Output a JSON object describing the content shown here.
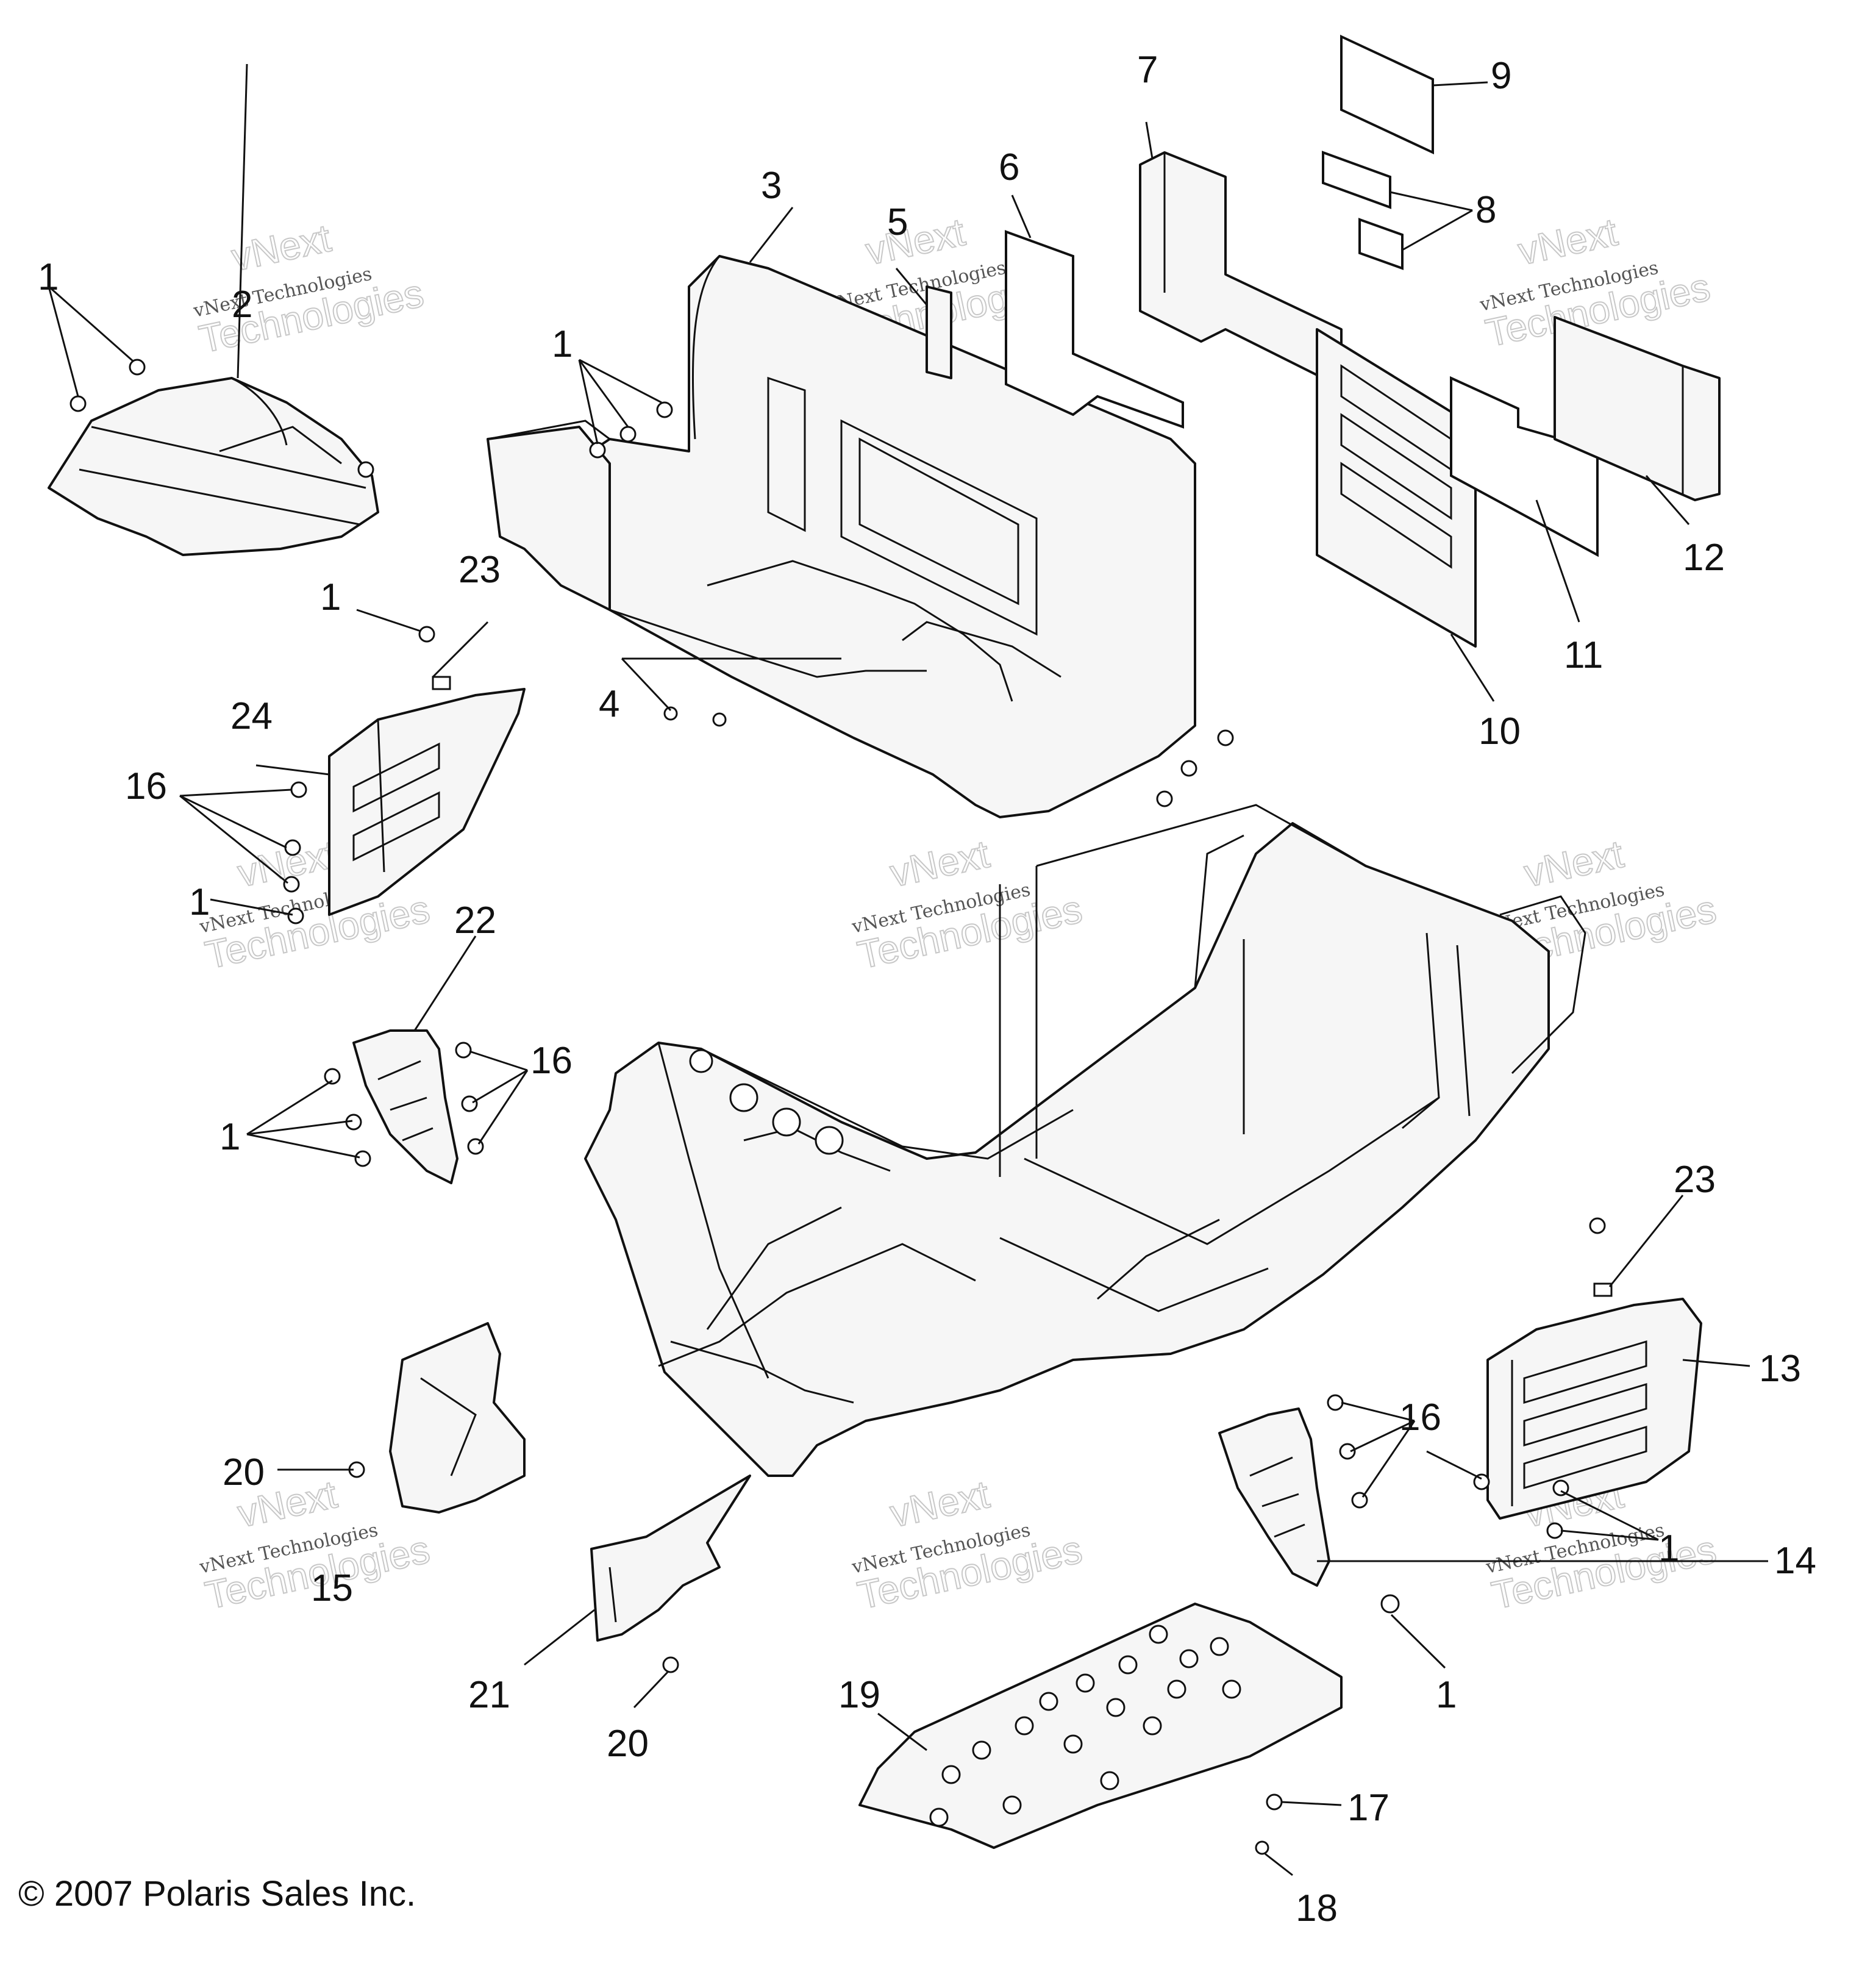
{
  "copyright": "© 2007 Polaris Sales Inc.",
  "watermark": {
    "small": "vNext Technologies",
    "big": "Technologies",
    "top": "vNext"
  },
  "callouts": {
    "c1a": "1",
    "c2": "2",
    "c1b": "1",
    "c3": "3",
    "c5": "5",
    "c6": "6",
    "c7": "7",
    "c8": "8",
    "c9": "9",
    "c10": "10",
    "c11": "11",
    "c12": "12",
    "c23a": "23",
    "c1c": "1",
    "c24": "24",
    "c16a": "16",
    "c1d": "1",
    "c4": "4",
    "c22": "22",
    "c16b": "16",
    "c1e": "1",
    "c23b": "23",
    "c13": "13",
    "c16c": "16",
    "c1f": "1",
    "c14": "14",
    "c1g": "1",
    "c20a": "20",
    "c15": "15",
    "c21": "21",
    "c20b": "20",
    "c19": "19",
    "c17": "17",
    "c18": "18"
  }
}
